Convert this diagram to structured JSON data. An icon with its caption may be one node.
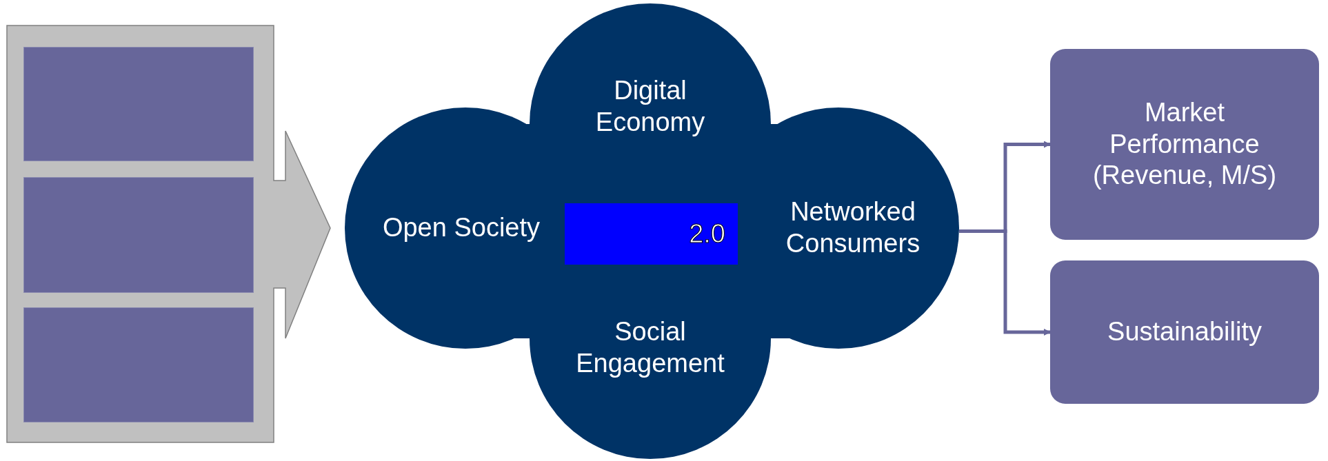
{
  "diagram": {
    "nodes": [
      {
        "text": [],
        "shape": "arrow"
      },
      {
        "text": [],
        "shape": "box",
        "in": 0
      },
      {
        "text": [],
        "shape": "box",
        "in": 0
      },
      {
        "text": [],
        "shape": "box",
        "in": 0
      },
      {
        "text": [
          "Digital Economy",
          "Open Society",
          "Networked Consumers",
          "Social Engagement"
        ]
      },
      {
        "text": [
          "2.0"
        ],
        "in": 4
      },
      {
        "text": [
          "Market Performance (Revenue, M/S)"
        ]
      },
      {
        "text": [
          "Sustainability"
        ]
      }
    ],
    "edges": [
      {
        "from": 4,
        "to": 6,
        "arrow": "to"
      },
      {
        "from": 4,
        "to": 7,
        "arrow": "to"
      }
    ]
  }
}
